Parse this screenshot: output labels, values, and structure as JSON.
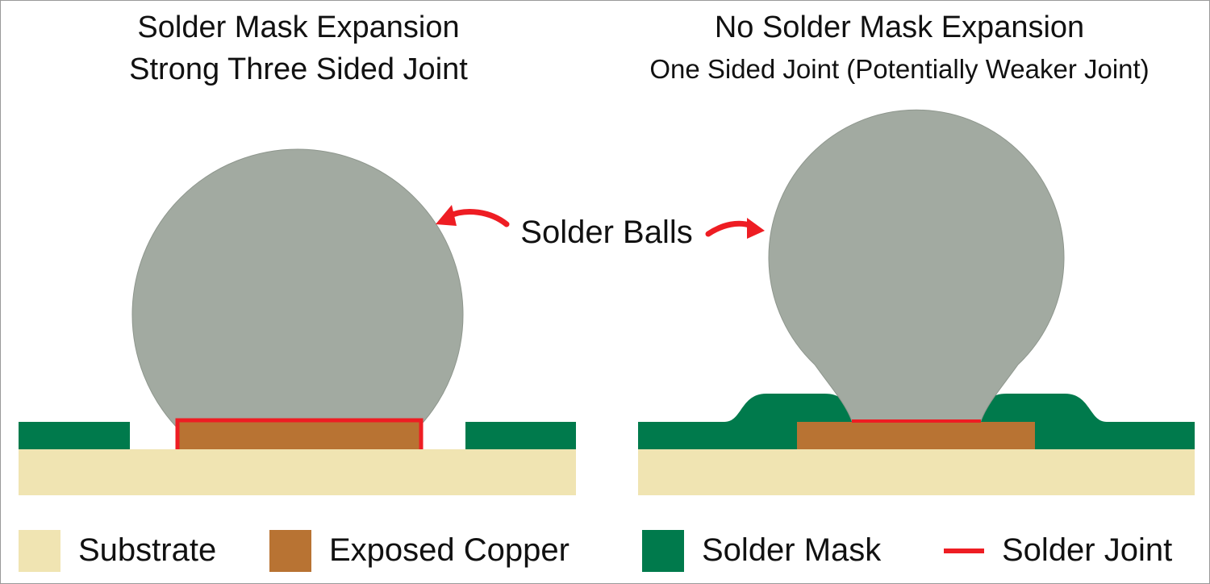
{
  "titles": {
    "left": {
      "line1": "Solder Mask Expansion",
      "line2": "Strong Three Sided Joint"
    },
    "right": {
      "line1": "No Solder Mask Expansion",
      "line2": "One Sided Joint (Potentially Weaker Joint)"
    }
  },
  "annotation": {
    "solder_balls": "Solder Balls"
  },
  "legend": {
    "substrate": "Substrate",
    "exposed_copper": "Exposed Copper",
    "solder_mask": "Solder Mask",
    "solder_joint": "Solder Joint"
  },
  "colors": {
    "substrate": "#f0e4b2",
    "exposed_copper": "#b87333",
    "solder_mask": "#007a4c",
    "solder_ball": "#a2aaa1",
    "solder_joint": "#ee1d23"
  }
}
